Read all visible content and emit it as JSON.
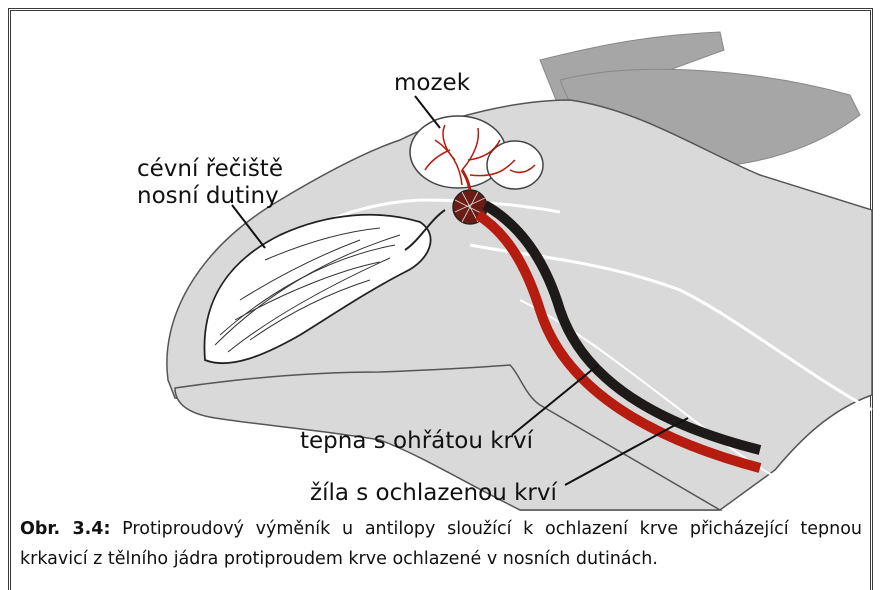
{
  "labels": {
    "brain": "mozek",
    "nasal_vessels_line1": "cévní řečiště",
    "nasal_vessels_line2": "nosní dutiny",
    "artery": "tepna s ohřátou krví",
    "vein": "žíla s ochlazenou krví"
  },
  "caption": {
    "label": "Obr. 3.4:",
    "text": " Protiproudový výměník u antilopy sloužící k ochlazení krve přicházející tepnou krkavicí z tělního jádra protiproudem krve ochlazené v nosních dutinách."
  },
  "colors": {
    "head": "#d9d9d9",
    "ear": "#a6a6a6",
    "artery": "#b71c10",
    "vein": "#1e1a1a",
    "outline": "#555555"
  }
}
